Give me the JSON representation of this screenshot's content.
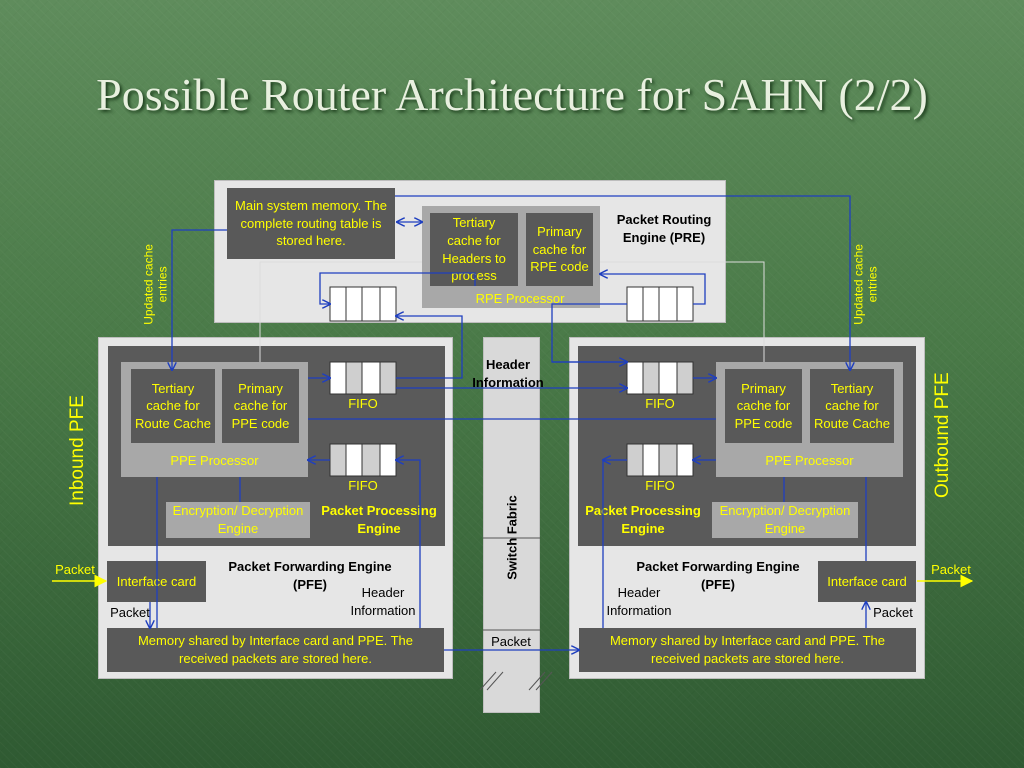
{
  "title": "Possible Router Architecture for SAHN (2/2)",
  "pre": {
    "main_memory": "Main system memory. The complete routing table is stored here.",
    "tertiary_cache": "Tertiary cache for Headers to process",
    "primary_cache": "Primary cache for RPE code",
    "rpe_processor": "RPE Processor",
    "engine_label": "Packet Routing Engine (PRE)"
  },
  "side_labels": {
    "updated_left": "Updated cache entries",
    "updated_right": "Updated cache entries",
    "inbound": "Inbound PFE",
    "outbound": "Outbound PFE"
  },
  "inbound": {
    "tertiary_cache": "Tertiary cache for Route Cache",
    "primary_cache": "Primary cache for PPE code",
    "ppe_processor": "PPE Processor",
    "fifo_top": "FIFO",
    "fifo_bottom": "FIFO",
    "encryption": "Encryption/ Decryption Engine",
    "ppe_label": "Packet Processing Engine",
    "interface_card": "Interface card",
    "pfe_label": "Packet Forwarding Engine (PFE)",
    "header_info": "Header Information",
    "packet_in": "Packet",
    "packet_down": "Packet",
    "memory": "Memory shared by Interface card and PPE. The received packets are stored here."
  },
  "outbound": {
    "primary_cache": "Primary cache for PPE code",
    "tertiary_cache": "Tertiary cache for Route Cache",
    "ppe_processor": "PPE Processor",
    "fifo_top": "FIFO",
    "fifo_bottom": "FIFO",
    "encryption": "Encryption/ Decryption Engine",
    "ppe_label": "Packet Processing Engine",
    "interface_card": "Interface card",
    "pfe_label": "Packet Forwarding Engine (PFE)",
    "header_info": "Header Information",
    "packet_out": "Packet",
    "packet_up": "Packet",
    "memory": "Memory shared by Interface card and PPE. The received packets are stored here."
  },
  "fabric": {
    "header_info": "Header Information",
    "label": "Switch Fabric",
    "packet": "Packet"
  },
  "colors": {
    "arrow": "#1f3fbf",
    "yellow_text": "#ffff00",
    "dark_box": "#595959"
  }
}
